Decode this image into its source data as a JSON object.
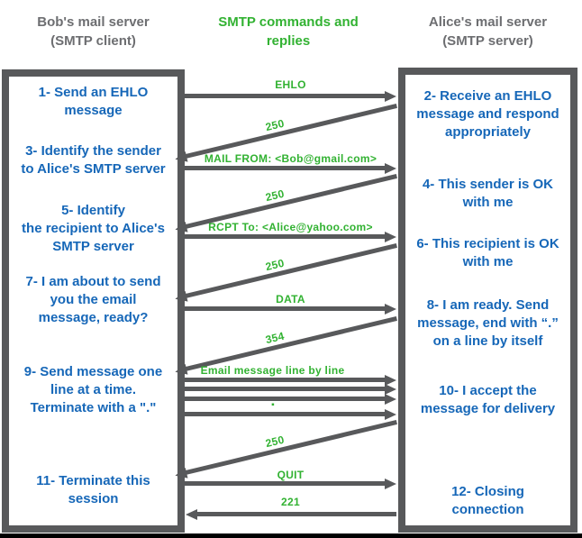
{
  "headers": {
    "left": "Bob's mail server\n(SMTP client)",
    "center": "SMTP commands and\nreplies",
    "right": "Alice's mail server\n(SMTP server)"
  },
  "client_steps": [
    "1- Send an EHLO\nmessage",
    "3- Identify the sender\nto Alice's SMTP server",
    "5- Identify\nthe recipient to Alice's\nSMTP server",
    "7- I am about to send\nyou the email\nmessage, ready?",
    "9- Send message one\nline at a time.\nTerminate with a \".\"",
    "11- Terminate this\nsession"
  ],
  "server_steps": [
    "2- Receive an EHLO\nmessage and respond\nappropriately",
    "4- This sender is OK\nwith me",
    "6- This recipient is OK\nwith me",
    "8-  I am ready. Send\nmessage, end with “.”\non a line by itself",
    "10-  I accept the\nmessage for delivery",
    "12-  Closing\nconnection"
  ],
  "messages": {
    "ehlo": "EHLO",
    "reply_250_a": "250",
    "mail_from": "MAIL FROM: <Bob@gmail.com>",
    "reply_250_b": "250",
    "rcpt_to": "RCPT To: <Alice@yahoo.com>",
    "reply_250_c": "250",
    "data": "DATA",
    "reply_354": "354",
    "email_body": "Email message line by line",
    "terminator_dot": "▪",
    "reply_250_d": "250",
    "quit": "QUIT",
    "reply_221": "221"
  },
  "colors": {
    "step_text": "#1667b8",
    "message_text": "#32b232",
    "header_text": "#6d6e71",
    "arrow_and_border": "#58595b",
    "bottom_bar": "#000000"
  }
}
